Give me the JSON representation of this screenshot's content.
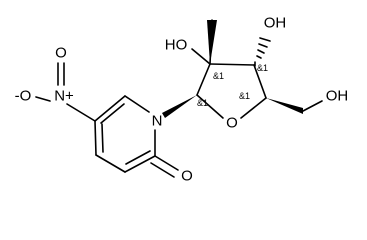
{
  "labels": {
    "nitro_oxygen_top": "O",
    "nitro_oxygen_left": "-O",
    "nitro_nitrogen": "N+",
    "ring_nitrogen": "N",
    "carbonyl_oxygen": "O",
    "ring_oxygen": "O",
    "hydroxyl_c2": "HO",
    "hydroxyl_c3": "OH",
    "hydroxyl_ch2": "OH"
  },
  "stereo_labels": {
    "c1": "&1",
    "c2": "&1",
    "c3": "&1",
    "c4": "&1"
  }
}
